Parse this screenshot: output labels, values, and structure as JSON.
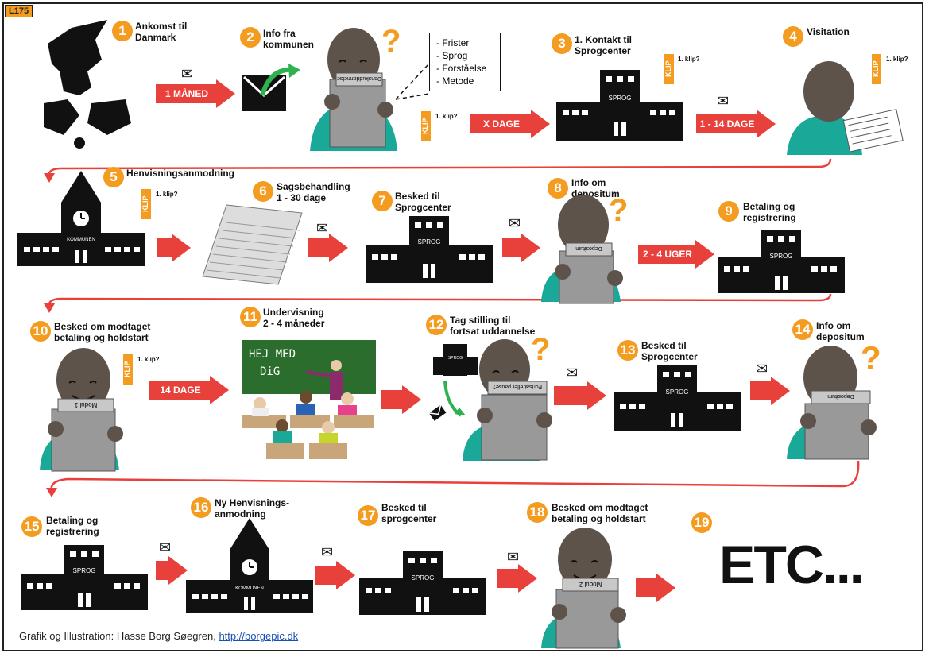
{
  "code": "L175",
  "steps": [
    {
      "n": "1",
      "label": "Ankomst til\nDanmark"
    },
    {
      "n": "2",
      "label": "Info fra\nkommunen"
    },
    {
      "n": "3",
      "label": "1. Kontakt til\nSprogcenter"
    },
    {
      "n": "4",
      "label": "Visitation"
    },
    {
      "n": "5",
      "label": "Henvisningsanmodning"
    },
    {
      "n": "6",
      "label": "Sagsbehandling\n1 - 30 dage"
    },
    {
      "n": "7",
      "label": "Besked til\nSprogcenter"
    },
    {
      "n": "8",
      "label": "Info om\ndepositum"
    },
    {
      "n": "9",
      "label": "Betaling og\nregistrering"
    },
    {
      "n": "10",
      "label": "Besked om modtaget\nbetaling og holdstart"
    },
    {
      "n": "11",
      "label": "Undervisning\n2 - 4 måneder"
    },
    {
      "n": "12",
      "label": "Tag stilling til\nfortsat uddannelse"
    },
    {
      "n": "13",
      "label": "Besked til\nSprogcenter"
    },
    {
      "n": "14",
      "label": "Info om\ndepositum"
    },
    {
      "n": "15",
      "label": "Betaling og\nregistrering"
    },
    {
      "n": "16",
      "label": "Ny Henvisnings-\nanmodning"
    },
    {
      "n": "17",
      "label": "Besked til\nsprogcenter"
    },
    {
      "n": "18",
      "label": "Besked om modtaget\nbetaling og holdstart"
    },
    {
      "n": "19",
      "label": ""
    }
  ],
  "arrows": {
    "a1": "1 MÅNED",
    "a2": "X DAGE",
    "a3": "1 - 14 DAGE",
    "a4": "2 - 4 UGER",
    "a5": "14 DAGE"
  },
  "info_box": "- Frister\n- Sprog\n- Forståelse\n- Metode",
  "klip": {
    "tag": "KLIP",
    "note": "1. klip?"
  },
  "signs": {
    "sprog": "SPROG",
    "kommunen": "KOMMUNEN",
    "danskuddannelse": "Danskuddannelse",
    "depositum": "Depositum",
    "fortsat": "Fortsat eller pause?",
    "modul1": "Modul 1",
    "modul2": "Modul 2"
  },
  "board_text": "HEJ MED\nDiG",
  "etc": "ETC...",
  "credit": {
    "text": "Grafik og Illustration: Hasse Borg Søegren, ",
    "link": "http://borgepic.dk"
  },
  "colors": {
    "orange": "#f39c1f",
    "red": "#e8413c",
    "teal": "#1aa898",
    "skin": "#5e534b",
    "board": "#2a6d2c"
  }
}
